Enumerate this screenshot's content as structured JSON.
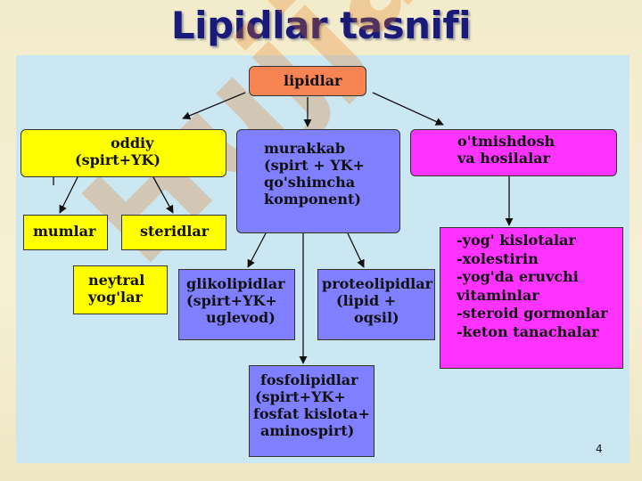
{
  "slide": {
    "title": "Lipidlar tasnifi",
    "watermark": "Hujjat.24",
    "page_number": "4"
  },
  "nodes": {
    "root": {
      "lines": [
        "lipidlar"
      ]
    },
    "simple": {
      "lines": [
        "oddiy",
        "(spirt+YK)"
      ]
    },
    "complex": {
      "lines": [
        "murakkab",
        "(spirt + YK+",
        "qo'shimcha",
        "komponent)"
      ]
    },
    "derivatives": {
      "lines": [
        "o'tmishdosh",
        "va hosilalar"
      ]
    },
    "waxes": {
      "lines": [
        "mumlar"
      ]
    },
    "sterides": {
      "lines": [
        "steridlar"
      ]
    },
    "neutral_fats": {
      "lines": [
        "neytral",
        "yog'lar"
      ]
    },
    "glycolipids": {
      "lines": [
        "glikolipidlar",
        "(spirt+YK+",
        "uglevod)"
      ]
    },
    "proteolipids": {
      "lines": [
        "proteolipidlar",
        "(lipid +",
        "oqsil)"
      ]
    },
    "phospholipids": {
      "lines": [
        "fosfolipidlar",
        "(spirt+YK+",
        "fosfat kislota+",
        "aminospirt)"
      ]
    },
    "derivative_list": {
      "lines": [
        "-yog' kislotalar",
        "-xolestirin",
        "-yog'da eruvchi",
        "vitaminlar",
        "-steroid gormonlar",
        "-keton tanachalar"
      ]
    }
  },
  "colors": {
    "root": "#f78452",
    "simple": "#ffff00",
    "complex": "#7f7fff",
    "derivatives": "#ff33ff",
    "panel": "#cbe7f1",
    "title": "#1a1a7a"
  }
}
